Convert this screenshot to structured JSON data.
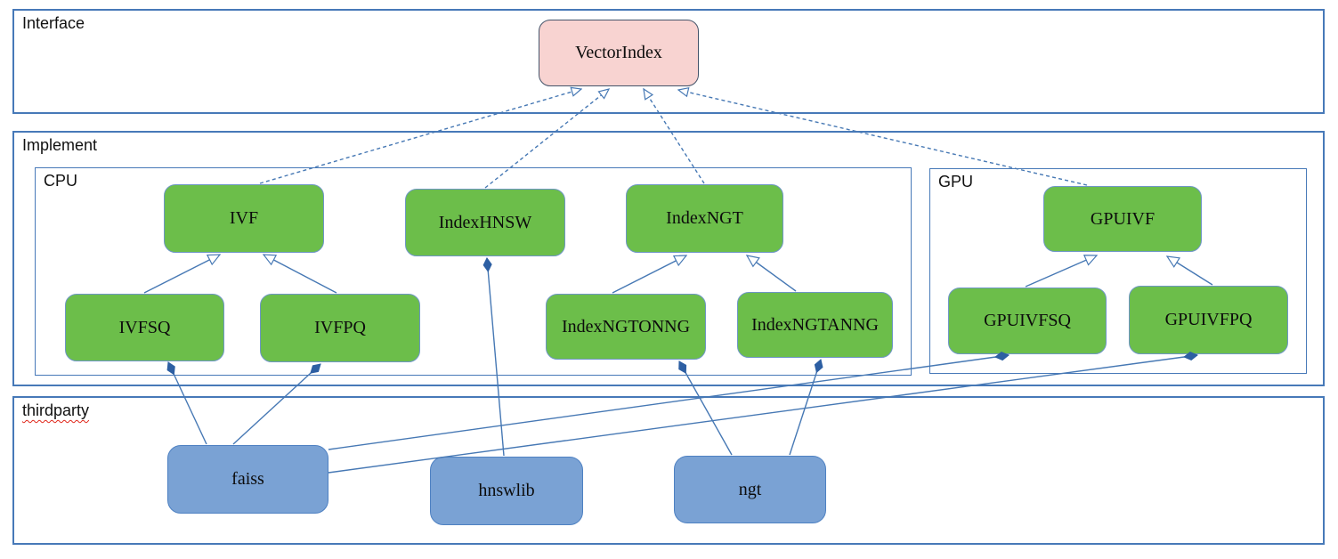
{
  "diagram": {
    "sections": {
      "interface": "Interface",
      "implement": "Implement",
      "cpu": "CPU",
      "gpu": "GPU",
      "thirdparty": "thirdparty"
    },
    "nodes": {
      "vectorindex": "VectorIndex",
      "ivf": "IVF",
      "indexhnsw": "IndexHNSW",
      "indexngt": "IndexNGT",
      "gpuivf": "GPUIVF",
      "ivfsq": "IVFSQ",
      "ivfpq": "IVFPQ",
      "indexngtonng": "IndexNGTONNG",
      "indexngtanng": "IndexNGTANNG",
      "gpuivfsq": "GPUIVFSQ",
      "gpuivfpq": "GPUIVFPQ",
      "faiss": "faiss",
      "hnswlib": "hnswlib",
      "ngt": "ngt"
    },
    "edges": [
      {
        "from": "IVF",
        "to": "VectorIndex",
        "type": "realization-dashed-hollow-arrow"
      },
      {
        "from": "IndexHNSW",
        "to": "VectorIndex",
        "type": "realization-dashed-hollow-arrow"
      },
      {
        "from": "IndexNGT",
        "to": "VectorIndex",
        "type": "realization-dashed-hollow-arrow"
      },
      {
        "from": "GPUIVF",
        "to": "VectorIndex",
        "type": "realization-dashed-hollow-arrow"
      },
      {
        "from": "IVFSQ",
        "to": "IVF",
        "type": "inheritance-hollow-triangle"
      },
      {
        "from": "IVFPQ",
        "to": "IVF",
        "type": "inheritance-hollow-triangle"
      },
      {
        "from": "IndexNGTONNG",
        "to": "IndexNGT",
        "type": "inheritance-hollow-triangle"
      },
      {
        "from": "IndexNGTANNG",
        "to": "IndexNGT",
        "type": "inheritance-hollow-triangle"
      },
      {
        "from": "GPUIVFSQ",
        "to": "GPUIVF",
        "type": "inheritance-hollow-triangle"
      },
      {
        "from": "GPUIVFPQ",
        "to": "GPUIVF",
        "type": "inheritance-hollow-triangle"
      },
      {
        "from": "faiss",
        "to": "IVFSQ",
        "type": "composition-filled-diamond"
      },
      {
        "from": "faiss",
        "to": "IVFPQ",
        "type": "composition-filled-diamond"
      },
      {
        "from": "faiss",
        "to": "GPUIVFSQ",
        "type": "composition-filled-diamond"
      },
      {
        "from": "faiss",
        "to": "GPUIVFPQ",
        "type": "composition-filled-diamond"
      },
      {
        "from": "hnswlib",
        "to": "IndexHNSW",
        "type": "composition-filled-diamond"
      },
      {
        "from": "ngt",
        "to": "IndexNGTONNG",
        "type": "composition-filled-diamond"
      },
      {
        "from": "ngt",
        "to": "IndexNGTANNG",
        "type": "composition-filled-diamond"
      }
    ],
    "colors": {
      "interface_node_fill": "#f8d3d1",
      "implement_node_fill": "#6cbe4a",
      "thirdparty_node_fill": "#7aa2d4",
      "connector_line": "#4678b4",
      "diamond_fill": "#2d5fa3",
      "section_border": "#4779b8"
    }
  }
}
